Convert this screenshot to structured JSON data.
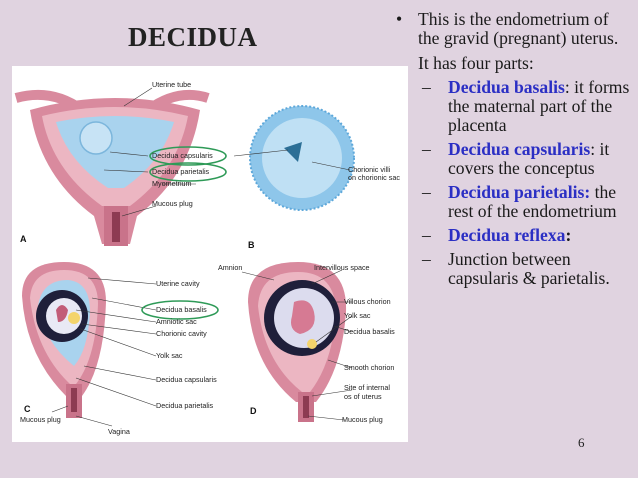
{
  "slide": {
    "title": "DECIDUA",
    "intro": "This is the endometrium of the gravid (pregnant) uterus.",
    "para": "It has four parts:",
    "items": [
      {
        "term": "Decidua basalis",
        "sep": ":",
        "text": " it forms the maternal part of the placenta"
      },
      {
        "term": "Decidua capsularis",
        "sep": ":",
        "text": " it covers the conceptus"
      },
      {
        "term": "Decidua parietalis:",
        "sep": "",
        "text": " the rest of the endometrium"
      },
      {
        "term": "Decidua reflexa",
        "sep": ":",
        "text": ""
      }
    ],
    "last_item": "Junction between capsularis & parietalis.",
    "bullet_glyph": "•",
    "dash_glyph": "–",
    "page_number": "6"
  },
  "figure": {
    "panels": [
      "A",
      "B",
      "C",
      "D"
    ],
    "labels_a": {
      "uterine_tube": "Uterine tube",
      "decidua_capsularis": "Decidua capsularis",
      "decidua_parietalis": "Decidua parietalis",
      "myometrium": "Myometrium",
      "mucous_plug": "Mucous plug"
    },
    "labels_b": {
      "chorionic_villi_1": "Chorionic villi",
      "chorionic_villi_2": "on chorionic sac"
    },
    "labels_c": {
      "amnion": "Amnion",
      "uterine_cavity": "Uterine cavity",
      "decidua_basalis": "Decidua basalis",
      "amniotic_sac": "Amniotic sac",
      "chorionic_cavity": "Chorionic cavity",
      "yolk_sac": "Yolk sac",
      "decidua_capsularis": "Decidua capsularis",
      "decidua_parietalis": "Decidua parietalis",
      "mucous_plug": "Mucous plug",
      "vagina": "Vagina"
    },
    "labels_d": {
      "intervillous_space": "Intervillous space",
      "villous_chorion": "Villous chorion",
      "yolk_sac": "Yolk sac",
      "decidua_basalis": "Decidua basalis",
      "smooth_chorion": "Smooth chorion",
      "site_internal_1": "Site of internal",
      "site_internal_2": "os of uterus",
      "mucous_plug": "Mucous plug"
    },
    "colors": {
      "decidua_pink": "#e7a3b2",
      "muscle_pink": "#d98a9e",
      "cavity_blue": "#a9d3ee",
      "circle_green": "#2e9a57",
      "term_blue": "#2b2fc4"
    }
  }
}
